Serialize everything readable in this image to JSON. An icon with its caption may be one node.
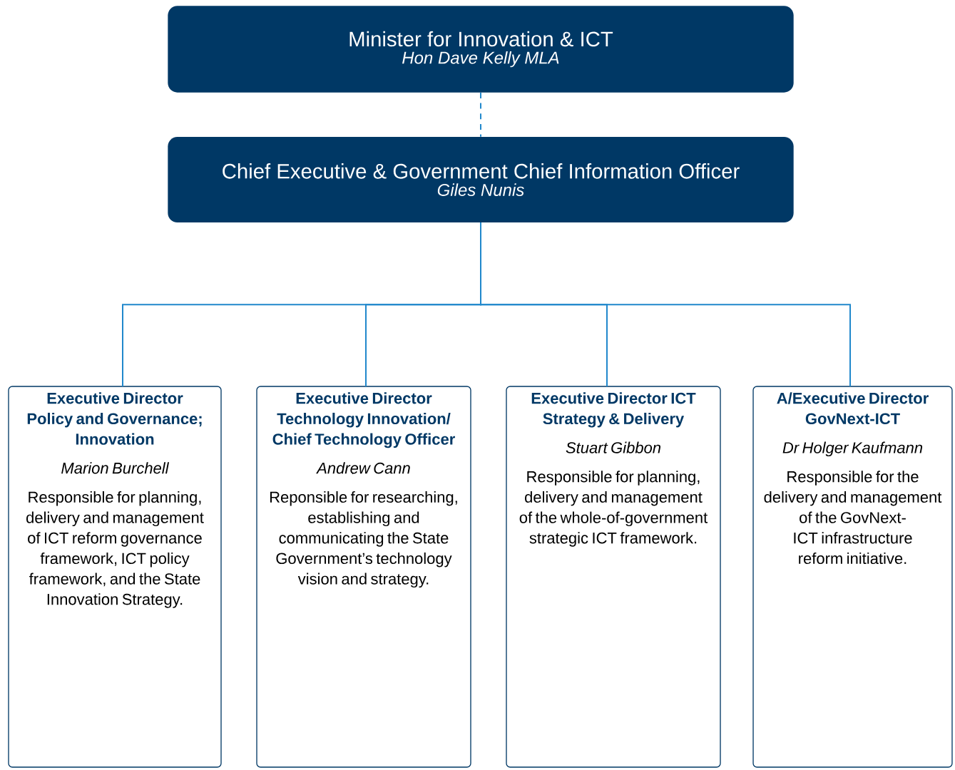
{
  "diagram": {
    "nodes": [
      {
        "text": [
          "Minister for Innovation & ICT",
          "Hon Dave Kelly MLA"
        ]
      },
      {
        "text": [
          "Chief Executive & Government Chief Information Officer",
          "Giles Nunis"
        ]
      },
      {
        "text": [
          "Executive Director Policy and Governance; Innovation",
          "Marion Burchell",
          "Responsible for planning, delivery and management of ICT reform governance framework, ICT policy framework, and the State Innovation Strategy."
        ]
      },
      {
        "text": [
          "Executive Director Technology Innovation/ Chief Technology Officer",
          "Andrew Cann",
          "Reponsible for researching, establishing and communicating the State Government’s technology vision and strategy."
        ]
      },
      {
        "text": [
          "Executive Director ICT Strategy & Delivery",
          "Stuart Gibbon",
          "Responsible for planning, delivery and management of the whole-of-government strategic ICT framework."
        ]
      },
      {
        "text": [
          "A/Executive Director GovNext-ICT",
          "Dr Holger Kaufmann",
          "Responsible for the delivery and management of the GovNext-ICT infrastructure reform initiative."
        ]
      }
    ],
    "edges": [
      {
        "from": 0,
        "to": 1,
        "arrow": "none",
        "style": "dashed"
      },
      {
        "from": 1,
        "to": 2,
        "arrow": "none"
      },
      {
        "from": 1,
        "to": 3,
        "arrow": "none"
      },
      {
        "from": 1,
        "to": 4,
        "arrow": "none"
      },
      {
        "from": 1,
        "to": 5,
        "arrow": "none"
      }
    ]
  }
}
